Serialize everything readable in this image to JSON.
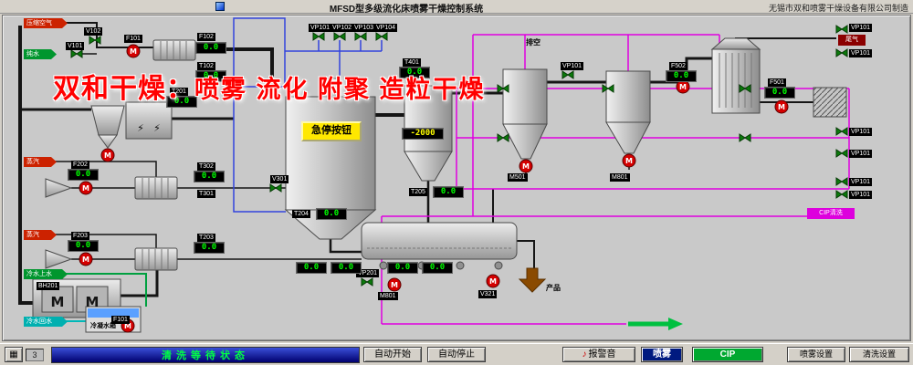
{
  "titlebar": {
    "title": "MFSD型多级流化床喷雾干燥控制系统",
    "manufacturer": "无锡市双和喷雾干燥设备有限公司制造"
  },
  "watermark": {
    "brand": "双和干燥：",
    "slogan": "喷雾 流化 附聚 造粒干燥"
  },
  "inlets": {
    "compressed_air": "压缩空气",
    "pure_water": "纯水",
    "steam": "蒸汽",
    "cooling_supply": "冷水上水",
    "cooling_return": "冷水回水"
  },
  "labels": {
    "vent": "排空",
    "tail_gas": "尾气",
    "product": "产品",
    "cip_line": "CIP清洗",
    "condensate_tank": "冷凝水箱",
    "estop": "急停按钮"
  },
  "tags": {
    "v101": "V101",
    "v102": "V102",
    "f101": "F101",
    "f102": "F102",
    "t102": "T102",
    "t201": "T201",
    "f202": "F202",
    "t302": "T302",
    "v301": "V301",
    "t301": "T301",
    "f203": "F203",
    "t203": "T203",
    "bh201": "BH201",
    "vp101": "VP101",
    "vp102": "VP102",
    "vp103": "VP103",
    "vp104": "VP104",
    "vp201": "VP201",
    "t401": "T401",
    "t204": "T204",
    "t205": "T205",
    "m501": "M501",
    "m801": "M801",
    "v321": "V321",
    "f501": "F501",
    "f502": "F502"
  },
  "displays": {
    "f102": "0.0",
    "t102": "0.0",
    "t201": "0.0",
    "f202": "0.0",
    "t302": "0.0",
    "f203": "0.0",
    "t203": "0.0",
    "t401": "0.0",
    "chamber": "-2000",
    "t204": "0.0",
    "t205": "0.0",
    "fb1": "0.0",
    "fb2": "0.0",
    "fb3": "0.0",
    "fb4": "0.0",
    "f501": "0.0",
    "f502": "0.0"
  },
  "icons": {
    "motor": "M",
    "bolt": "⚡",
    "alarm": "♪",
    "app": "▦"
  },
  "statusbar": {
    "counter": "3",
    "status": "清洗等待状态"
  },
  "buttons": {
    "auto_start": "自动开始",
    "auto_stop": "自动停止",
    "alarm": "报警音",
    "spray": "喷雾",
    "cip": "CIP",
    "spray_settings": "喷雾设置",
    "clean_settings": "清洗设置"
  },
  "colors": {
    "display_value": "#00ff00",
    "alert_value": "#ffff00",
    "pump_red": "#d40000",
    "pipe_cip": "#e000e0",
    "pipe_air": "#3344dd",
    "status_green": "#00ff44",
    "status_bg": "#00006e",
    "estop_yellow": "#ffe800",
    "cip_button_green": "#00a830"
  }
}
